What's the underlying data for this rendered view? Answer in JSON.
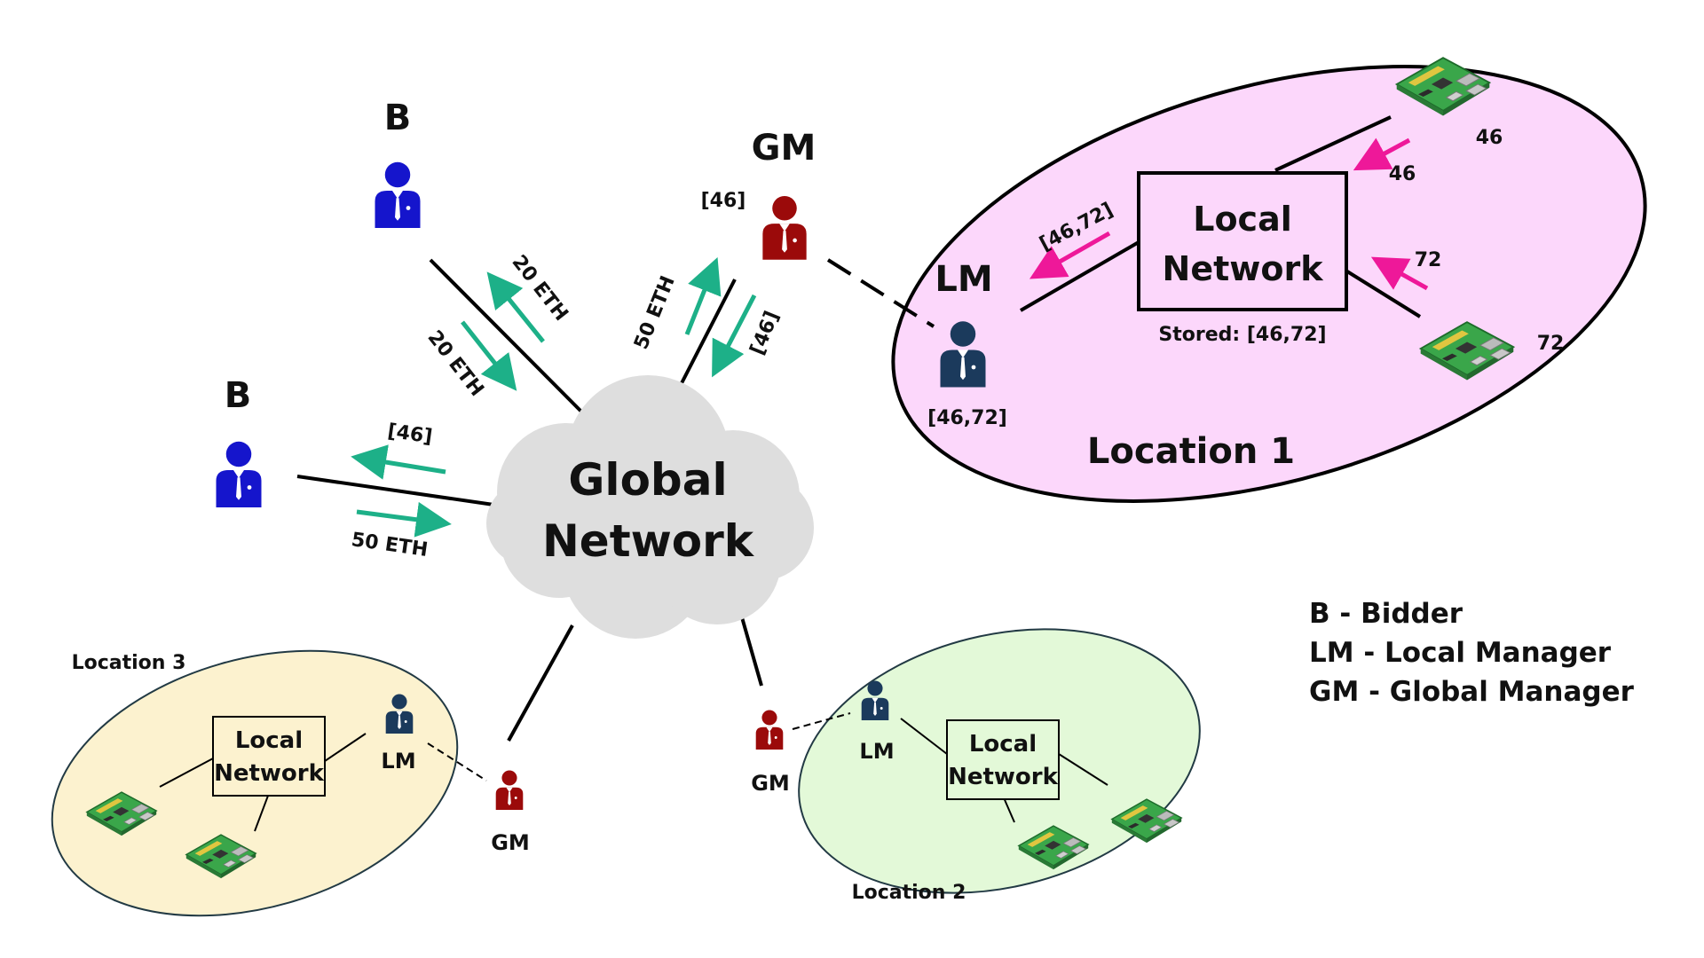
{
  "colors": {
    "bidder": "#1515cc",
    "global_manager": "#9b0a0a",
    "local_manager": "#1b3a5c",
    "transfer_arrow": "#1db088",
    "data_arrow": "#ee1899",
    "location1_fill": "#fcd7fb",
    "location2_fill": "#e3f9d8",
    "location3_fill": "#fcf2cf",
    "cloud_fill": "#dedede",
    "board_green": "#3aa64a"
  },
  "icons": [
    "person-icon",
    "raspberry-pi-board-icon",
    "cloud-icon"
  ],
  "cloud": {
    "line1": "Global",
    "line2": "Network"
  },
  "bidder_top": {
    "label": "B",
    "arrow_in_label": "20 ETH",
    "arrow_out_label": "20 ETH"
  },
  "bidder_left": {
    "label": "B",
    "arrow_in_label": "[46]",
    "arrow_out_label": "50 ETH"
  },
  "gm_top": {
    "label": "GM",
    "data_label": "[46]",
    "arrow_out_label": "50 ETH",
    "arrow_in_label": "[46]"
  },
  "location1": {
    "name": "Location 1",
    "lm_label": "LM",
    "lm_value": "[46,72]",
    "lm_arrow_label": "[46,72]",
    "box_line1": "Local",
    "box_line2": "Network",
    "stored": "Stored: [46,72]",
    "device_top_value": "46",
    "device_top_arrow": "46",
    "device_bottom_value": "72",
    "device_bottom_arrow": "72"
  },
  "location2": {
    "name": "Location 2",
    "lm_label": "LM",
    "gm_label": "GM",
    "box_line1": "Local",
    "box_line2": "Network"
  },
  "location3": {
    "name": "Location 3",
    "lm_label": "LM",
    "gm_label": "GM",
    "box_line1": "Local",
    "box_line2": "Network"
  },
  "legend": [
    "B - Bidder",
    "LM - Local Manager",
    "GM - Global Manager"
  ]
}
